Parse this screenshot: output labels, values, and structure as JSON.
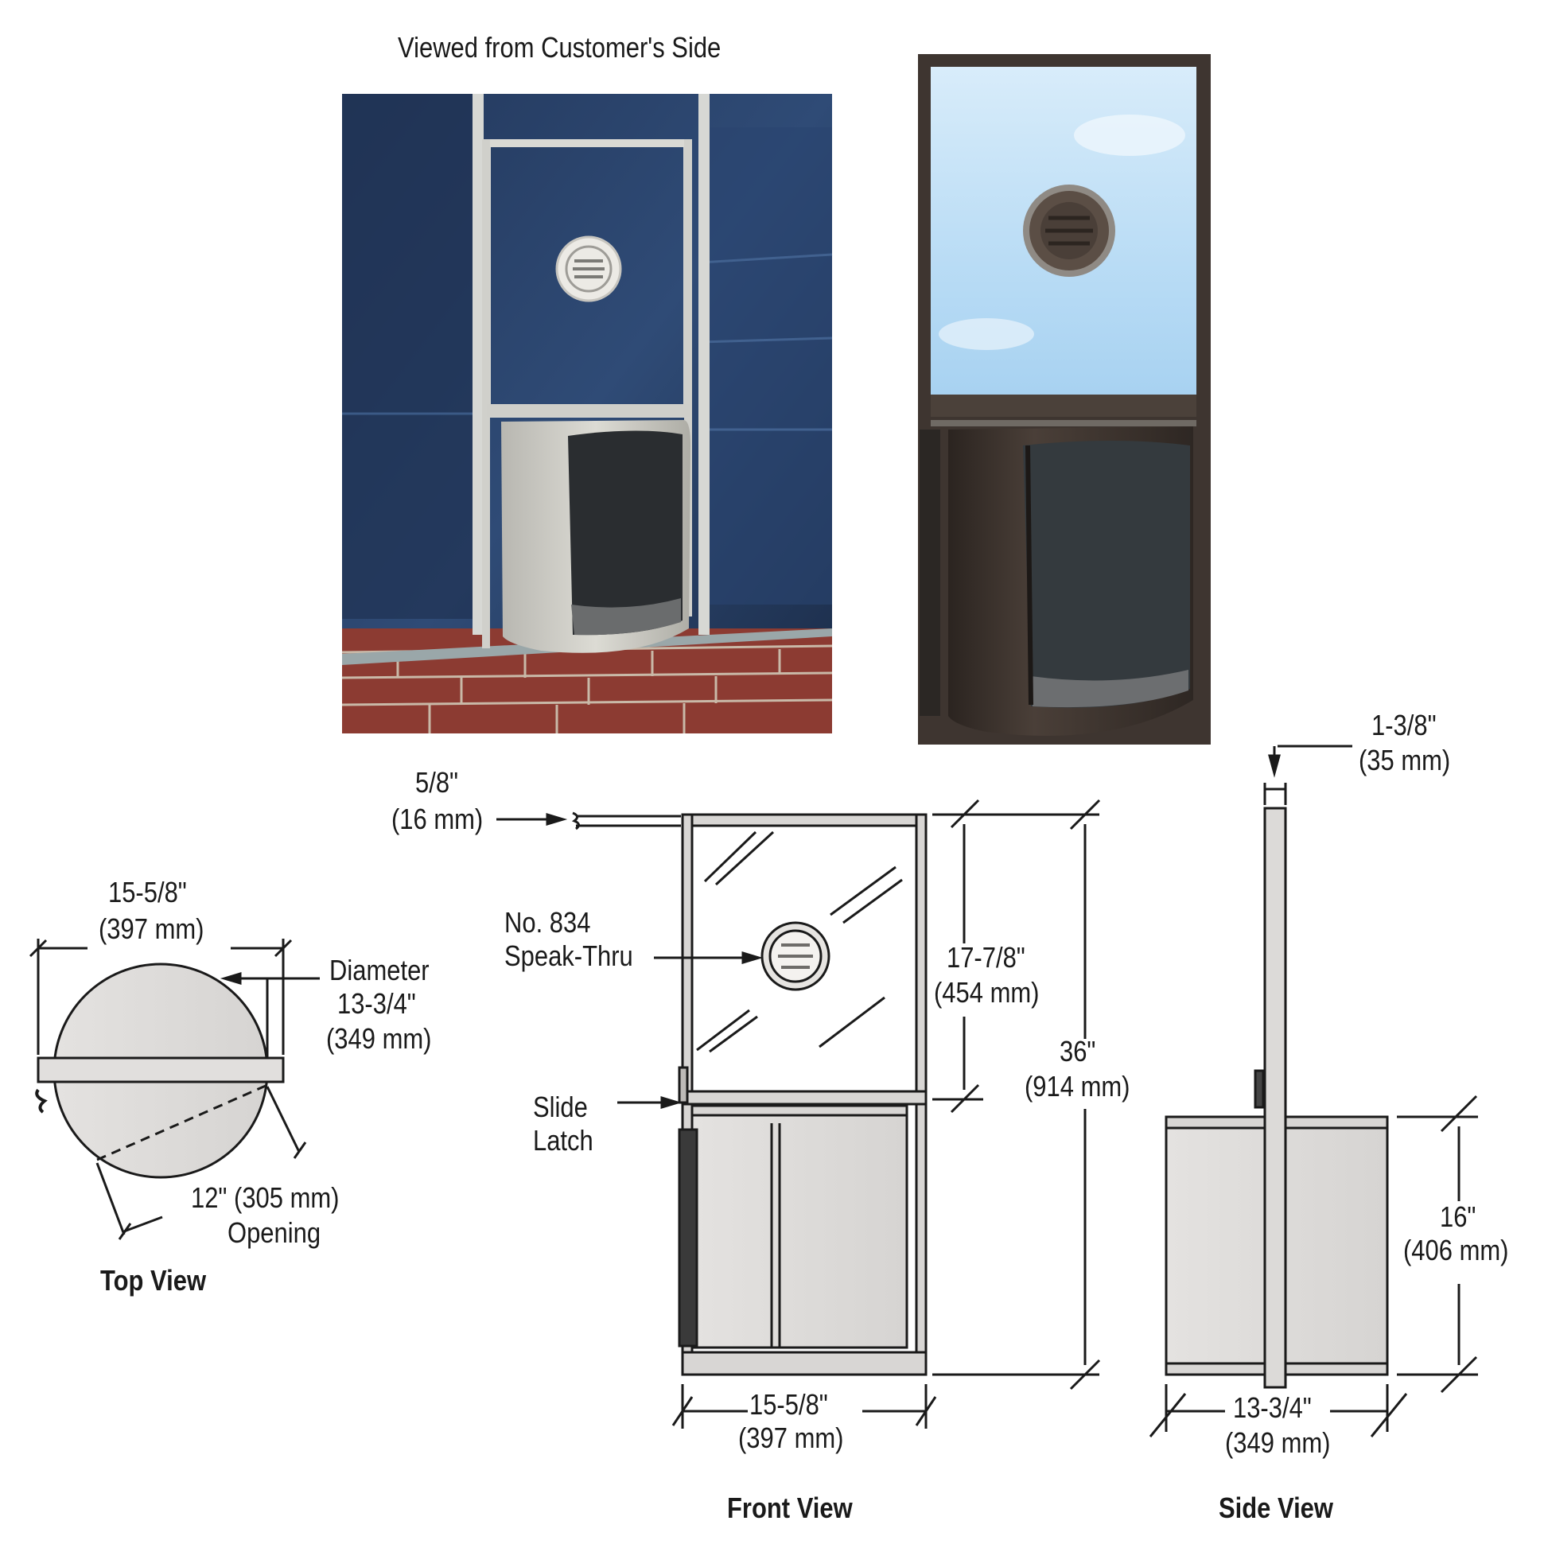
{
  "photo_caption": "Viewed from Customer's Side",
  "dimensions": {
    "frame_width": {
      "in": "5/8\"",
      "mm": "(16 mm)"
    },
    "frame_depth": {
      "in": "1-3/8\"",
      "mm": "(35 mm)"
    },
    "top_width": {
      "in": "15-5/8\"",
      "mm": "(397 mm)"
    },
    "diameter": {
      "label": "Diameter",
      "in": "13-3/4\"",
      "mm": "(349 mm)"
    },
    "opening": {
      "value": "12\" (305 mm)",
      "label": "Opening"
    },
    "glass_height": {
      "in": "17-7/8\"",
      "mm": "(454 mm)"
    },
    "overall_height": {
      "in": "36\"",
      "mm": "(914 mm)"
    },
    "front_width": {
      "in": "15-5/8\"",
      "mm": "(397 mm)"
    },
    "tray_height": {
      "in": "16\"",
      "mm": "(406 mm)"
    },
    "side_width": {
      "in": "13-3/4\"",
      "mm": "(349 mm)"
    }
  },
  "callouts": {
    "speak_thru": {
      "line1": "No. 834",
      "line2": "Speak-Thru"
    },
    "slide_latch": {
      "line1": "Slide",
      "line2": "Latch"
    }
  },
  "views": {
    "top": "Top View",
    "front": "Front View",
    "side": "Side View"
  },
  "colors": {
    "line": "#1a1a1a",
    "panel_fill": "#dcdad8",
    "frame_silver": "#d4d2cf",
    "bronze": "#3e3530",
    "sky": "#cfe6f7",
    "night_glass": "#243a5e"
  }
}
